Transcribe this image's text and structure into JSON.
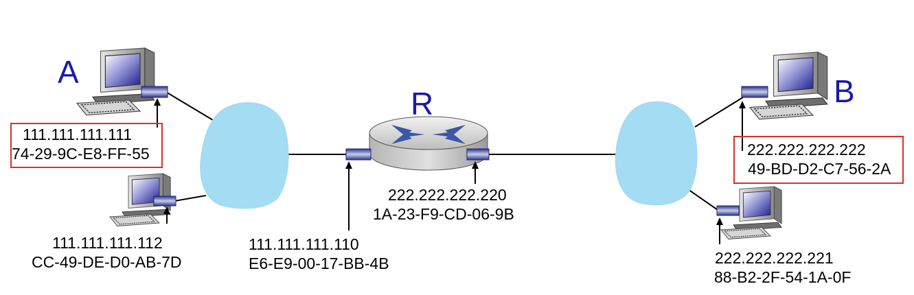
{
  "hosts": {
    "A": {
      "name": "A",
      "ip": "111.111.111.111",
      "mac": "74-29-9C-E8-FF-55"
    },
    "B": {
      "name": "B",
      "ip": "222.222.222.222",
      "mac": "49-BD-D2-C7-56-2A"
    },
    "lan1_host2": {
      "ip": "111.111.111.112",
      "mac": "CC-49-DE-D0-AB-7D"
    },
    "lan2_host2": {
      "ip": "222.222.222.221",
      "mac": "88-B2-2F-54-1A-0F"
    }
  },
  "router": {
    "name": "R",
    "left_interface": {
      "ip": "111.111.111.110",
      "mac": "E6-E9-00-17-BB-4B"
    },
    "right_interface": {
      "ip": "222.222.222.220",
      "mac": "1A-23-F9-CD-06-9B"
    }
  },
  "colors": {
    "cloud": "#a3dcf3",
    "router_body": "#c9c9c9",
    "router_arrows": "#3a57a8",
    "adapter": "#3d4aa1",
    "highlight_box": "#d9302c",
    "host_label": "#1a1aa6"
  },
  "icons": [
    "computer-icon",
    "router-icon",
    "network-cloud-icon",
    "adapter-icon"
  ]
}
